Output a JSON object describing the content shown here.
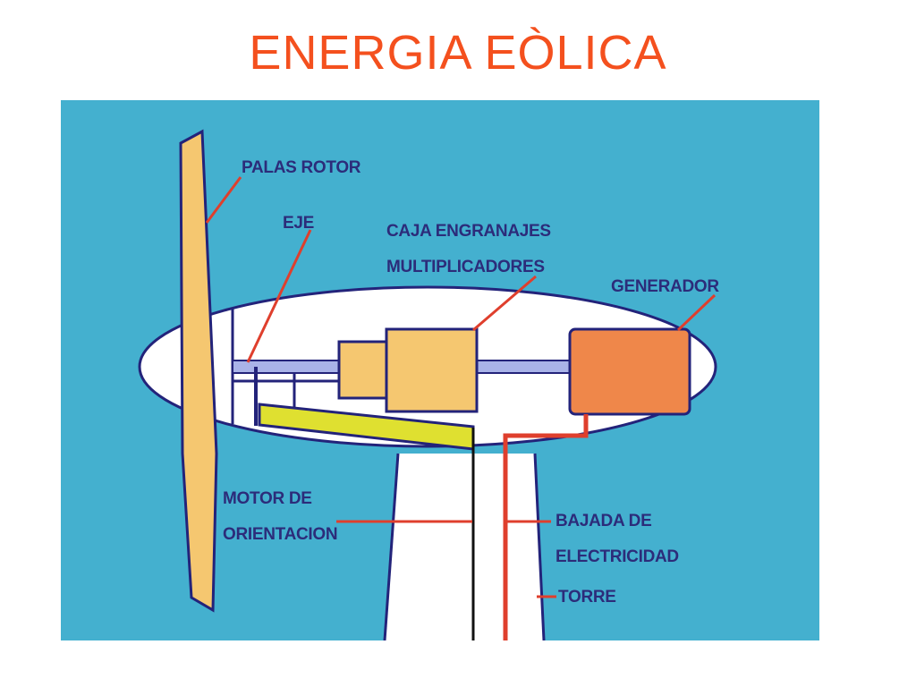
{
  "title": "ENERGIA EÒLICA",
  "labels": {
    "palas_rotor": "PALAS ROTOR",
    "eje": "EJE",
    "caja_line1": "CAJA ENGRANAJES",
    "caja_line2": "MULTIPLICADORES",
    "generador": "GENERADOR",
    "motor_line1": "MOTOR DE",
    "motor_line2": "ORIENTACION",
    "bajada_line1": "BAJADA DE",
    "bajada_line2": "ELECTRICIDAD",
    "torre": "TORRE"
  },
  "colors": {
    "title": "#f4501e",
    "background": "#44b0cf",
    "blade": "#f5c770",
    "gearbox": "#f5c770",
    "generator": "#ef874a",
    "yaw_motor": "#dfe030",
    "shaft": "#a9b3e8",
    "outline": "#23237a",
    "leader_line": "#df3f2d",
    "nacelle": "#ffffff"
  }
}
